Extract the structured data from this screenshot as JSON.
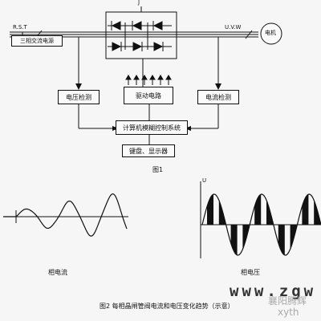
{
  "figure1": {
    "thyristor_label": "J",
    "input_label": "R.S.T",
    "output_label": "U.V.W",
    "source_box": "三相交流电源",
    "motor_label": "电机",
    "voltage_detect": "电压检测",
    "drive_circuit": "驱动电路",
    "current_detect": "电流检测",
    "controller": "计算机模糊控制系统",
    "keyboard_display": "键盘、显示器",
    "caption": "图1"
  },
  "figure2": {
    "left_label": "相电流",
    "right_label": "相电压",
    "right_axis": "U",
    "caption": "图2 每相晶闸管阀电流和电压变化趋势（示意）"
  },
  "watermark": {
    "url": "www.zgw",
    "company": "襄阳腾辉",
    "tail": "xyth"
  }
}
